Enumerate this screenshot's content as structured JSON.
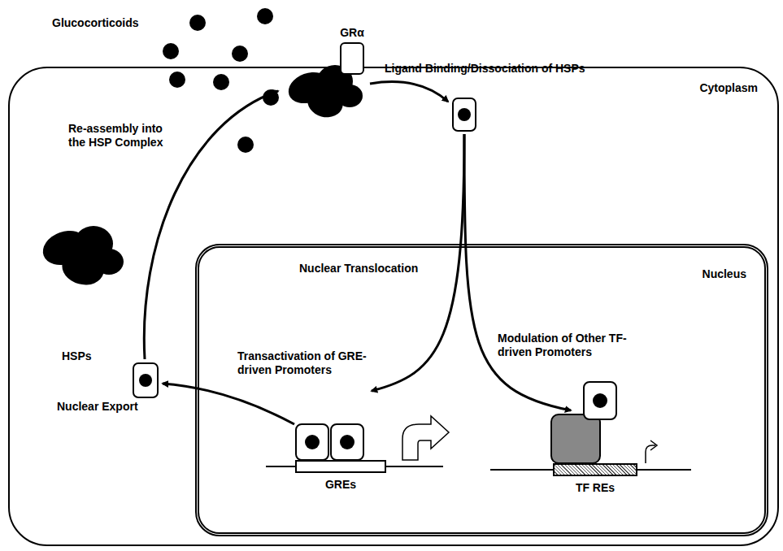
{
  "diagram": {
    "nodes": [
      {
        "text": [
          "Cytoplasm"
        ]
      },
      {
        "text": [
          "GRα"
        ],
        "in": 0
      },
      {
        "text": [
          "Nucleus"
        ],
        "in": 0
      },
      {
        "text": [
          "GREs"
        ],
        "in": 2
      },
      {
        "text": [
          "TF REs"
        ],
        "in": 2
      }
    ],
    "labels": [
      "Glucocorticoids",
      "Ligand Binding/Dissociation of HSPs",
      "Re-assembly into the HSP Complex",
      "Nuclear Translocation",
      "HSPs",
      "Transactivation of GRE-driven Promoters",
      "Modulation of Other TF-driven Promoters",
      "Nuclear Export"
    ]
  }
}
